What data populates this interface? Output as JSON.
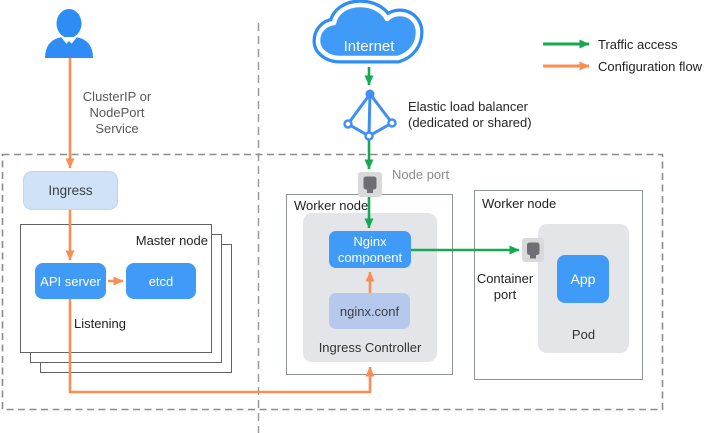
{
  "colors": {
    "blue_fill": "#3f9bf7",
    "light_blue_fill": "#cfe2f8",
    "periwinkle_fill": "#b6c9ec",
    "gray_container_fill": "#e3e5e8",
    "traffic_green": "#17a854",
    "config_orange": "#f98e55",
    "dashed_border_gray": "#8c8c8c",
    "node_border_gray": "#8f9499",
    "master_border_gray": "#636363",
    "port_icon_bg": "#d9d9d9",
    "port_icon_glyph": "#6e6e73"
  },
  "legend": {
    "traffic_access": "Traffic access",
    "configuration_flow": "Configuration flow"
  },
  "annotations": {
    "cluster_service": "ClusterIP or\nNodePort\nService",
    "elastic_lb": "Elastic load balancer\n(dedicated or shared)",
    "node_port": "Node port",
    "container_port": "Container\nport"
  },
  "nodes": {
    "internet": "Internet",
    "ingress": "Ingress",
    "master_node": "Master node",
    "api_server": "API server",
    "etcd": "etcd",
    "listening": "Listening",
    "worker_node_left": "Worker node",
    "worker_node_right": "Worker node",
    "nginx_component": "Nginx\ncomponent",
    "nginx_conf": "nginx.conf",
    "ingress_controller": "Ingress Controller",
    "app": "App",
    "pod": "Pod"
  },
  "icons": {
    "user": "user-icon",
    "internet_cloud": "internet-cloud-icon",
    "load_balancer": "load-balancer-icon",
    "node_port": "node-port-icon",
    "container_port": "container-port-icon"
  }
}
